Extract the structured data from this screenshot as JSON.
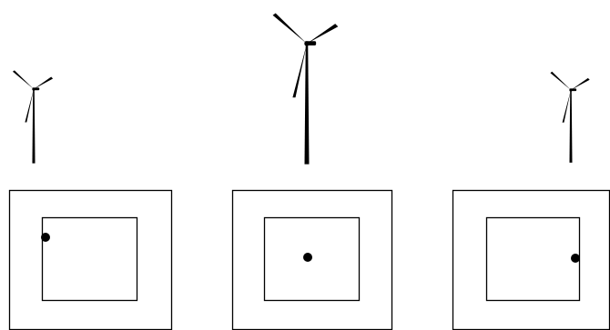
{
  "colors": {
    "background": "#ffffff",
    "ink": "#000000"
  },
  "panels": [
    {
      "turbine": "wind-turbine-icon",
      "turbine_scale": "small",
      "dot_position": "left-edge"
    },
    {
      "turbine": "wind-turbine-icon",
      "turbine_scale": "large",
      "dot_position": "center"
    },
    {
      "turbine": "wind-turbine-icon",
      "turbine_scale": "small",
      "dot_position": "right-edge"
    }
  ]
}
